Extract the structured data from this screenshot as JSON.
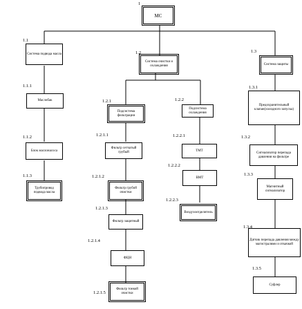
{
  "nodes": {
    "ms": {
      "num": "1",
      "text": "МС"
    },
    "n11": {
      "num": "1.1",
      "text": "Система подвода масла"
    },
    "n111": {
      "num": "1.1.1",
      "text": "Маслобак"
    },
    "n112": {
      "num": "1.1.2",
      "text": "Блок маслонасоса"
    },
    "n113": {
      "num": "1.1.3",
      "text": "Трубопровод подвода масла"
    },
    "n12": {
      "num": "1.2",
      "text": "Система очистки и охлаждения"
    },
    "n121": {
      "num": "1.2.1",
      "text": "Подсистема фильтрации"
    },
    "n1211": {
      "num": "1.2.1.1",
      "text": "Фильтр сетчатый грубый"
    },
    "n1212": {
      "num": "1.2.1.2",
      "text": "Фильтр грубой очистки"
    },
    "n1213": {
      "num": "1.2.1.3",
      "text": "Фильтр защитный"
    },
    "n1214": {
      "num": "1.2.1.4",
      "text": "ФЦН"
    },
    "n1215": {
      "num": "1.2.1.5",
      "text": "Фильтр тонкой очистки"
    },
    "n122": {
      "num": "1.2.2",
      "text": "Подсистема охлаждения"
    },
    "n1221": {
      "num": "1.2.2.1",
      "text": "ТМТ"
    },
    "n1222": {
      "num": "1.2.2.2",
      "text": "ВМТ"
    },
    "n1223": {
      "num": "1.2.2.3",
      "text": "Воздухоотделитель"
    },
    "n13": {
      "num": "1.3",
      "text": "Система защиты"
    },
    "n131": {
      "num": "1.3.1",
      "text": "Предохранительный клапан(холодного запуска)"
    },
    "n132": {
      "num": "1.3.2",
      "text": "Сигнализатор перепада давления на фильтре"
    },
    "n133": {
      "num": "1.3.3",
      "text": "Магнитный сигнализатор"
    },
    "n134": {
      "num": "1.3.4",
      "text": "Датчик перепада давления между магистралями и откачкой"
    },
    "n135": {
      "num": "1.3.5",
      "text": "Суфлер"
    }
  }
}
